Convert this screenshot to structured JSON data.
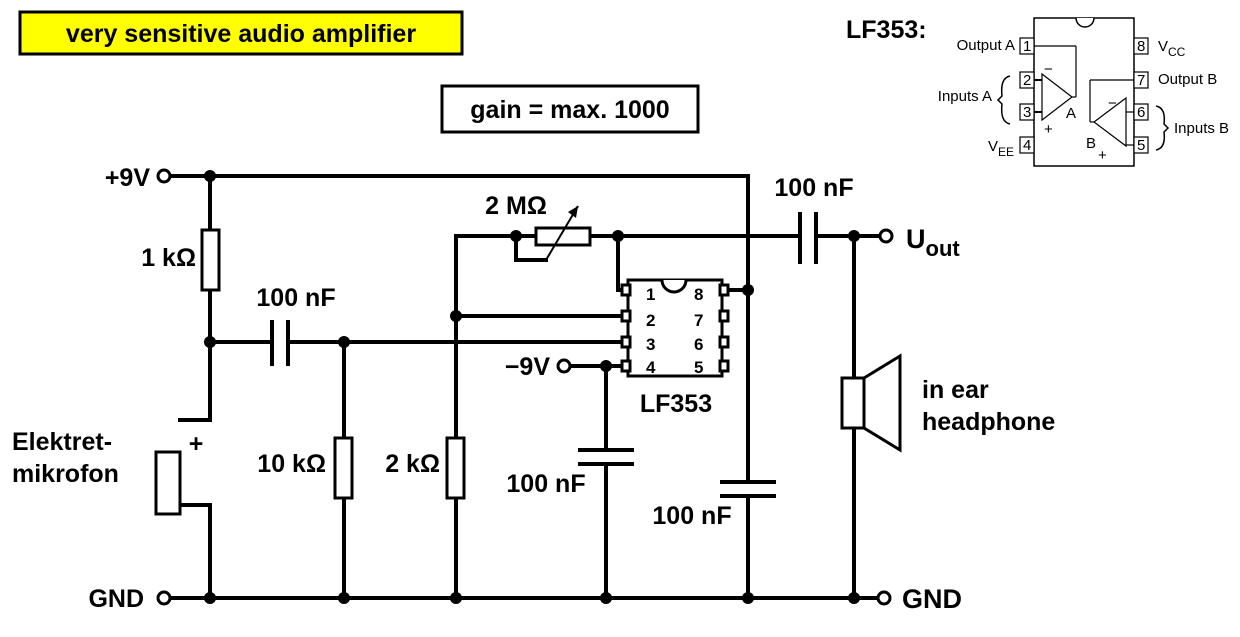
{
  "title": "very sensitive audio amplifier",
  "gain_label": "gain = max. 1000",
  "supply": {
    "positive": "+9V",
    "negative": "−9V",
    "ground_left": "GND",
    "ground_right": "GND"
  },
  "components": {
    "r_bias": "1 kΩ",
    "c_input": "100 nF",
    "r_input": "10 kΩ",
    "r_feedback_ground": "2 kΩ",
    "pot_feedback": "2 MΩ",
    "c_neg_supply": "100 nF",
    "c_pos_supply": "100 nF",
    "c_output": "100 nF",
    "mic_label_line1": "Elektret-",
    "mic_label_line2": "mikrofon",
    "mic_polarity": "+",
    "ic_name": "LF353",
    "headphone_line1": "in ear",
    "headphone_line2": "headphone"
  },
  "output": {
    "symbol": "U",
    "subscript": "out"
  },
  "chip_pins": [
    "1",
    "2",
    "3",
    "4",
    "5",
    "6",
    "7",
    "8"
  ],
  "pinout": {
    "title": "LF353:",
    "output_a": "Output A",
    "inputs_a": "Inputs A",
    "vee": "V",
    "vee_sub": "EE",
    "vcc": "V",
    "vcc_sub": "CC",
    "output_b": "Output B",
    "inputs_b": "Inputs B",
    "amp_a": "A",
    "amp_b": "B",
    "minus": "−",
    "plus": "+"
  }
}
